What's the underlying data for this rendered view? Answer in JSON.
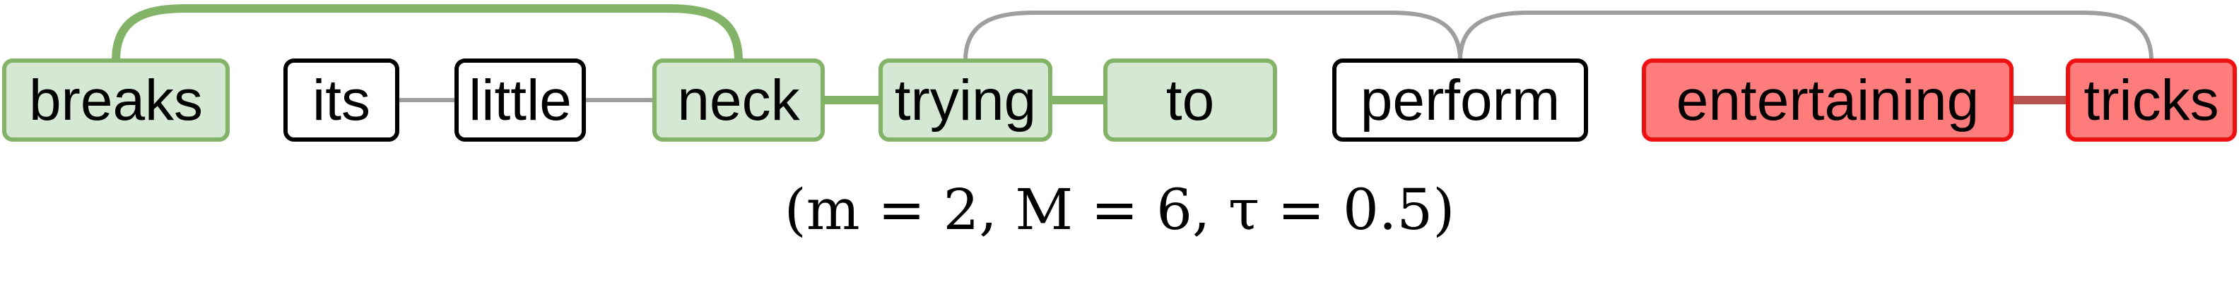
{
  "tokens": [
    {
      "text": "breaks",
      "style": "green"
    },
    {
      "text": "its",
      "style": "plain"
    },
    {
      "text": "little",
      "style": "plain"
    },
    {
      "text": "neck",
      "style": "green"
    },
    {
      "text": "trying",
      "style": "green"
    },
    {
      "text": "to",
      "style": "green"
    },
    {
      "text": "perform",
      "style": "plain"
    },
    {
      "text": "entertaining",
      "style": "red"
    },
    {
      "text": "tricks",
      "style": "red"
    }
  ],
  "links": [
    {
      "from": "its",
      "to": "little",
      "style": "gray",
      "kind": "line"
    },
    {
      "from": "little",
      "to": "neck",
      "style": "gray",
      "kind": "line"
    },
    {
      "from": "neck",
      "to": "trying",
      "style": "green",
      "kind": "line"
    },
    {
      "from": "trying",
      "to": "to",
      "style": "green",
      "kind": "line"
    },
    {
      "from": "entertaining",
      "to": "tricks",
      "style": "red",
      "kind": "line"
    },
    {
      "from": "breaks",
      "to": "neck",
      "style": "green",
      "kind": "arc"
    },
    {
      "from": "trying",
      "to": "perform",
      "style": "gray",
      "kind": "arc"
    },
    {
      "from": "perform",
      "to": "tricks",
      "style": "gray",
      "kind": "arc"
    }
  ],
  "params": {
    "m": 2,
    "M": 6,
    "tau": 0.5
  },
  "caption": "(m = 2, M = 6, τ = 0.5)",
  "colors": {
    "green_fill": "#d5e8d4",
    "green_stroke": "#82b366",
    "red_fill": "#ff7c7c",
    "red_stroke": "#ee1111",
    "red_link": "#b85450",
    "plain_fill": "#ffffff",
    "plain_stroke": "#000000",
    "gray_link": "#9e9e9e"
  }
}
